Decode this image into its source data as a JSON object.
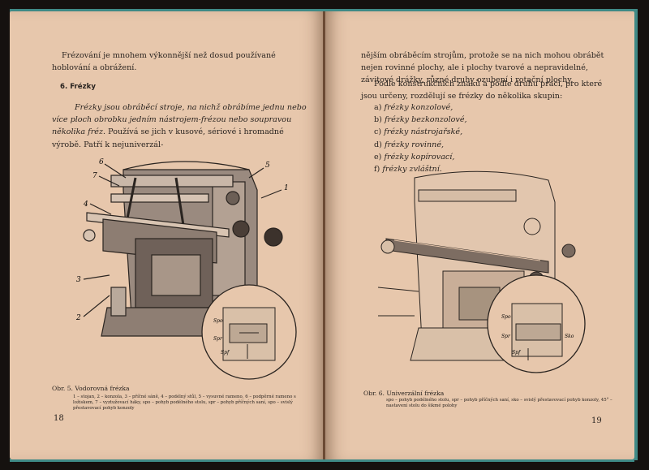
{
  "left_page": {
    "intro": "Frézování je mnohem výkonnější než dosud používané hoblování a obrážení.",
    "section_heading": "6. Frézky",
    "para_italic": "Frézky jsou obráběcí stroje, na nichž obrábíme jednu nebo více ploch obrobku jedním nástrojem-frézou nebo soupravou několika fréz.",
    "para_normal": "Používá se jich v kusové, sériové i hromadné výrobě. Patří k nejuniverzál-",
    "figure_callouts": [
      "6",
      "7",
      "5",
      "1",
      "4",
      "3",
      "2"
    ],
    "inset_labels": [
      "Spo",
      "Spr",
      "Spf"
    ],
    "caption_title": "Obr. 5. Vodorovná frézka",
    "caption_text": "1 – stojan, 2 – konzola, 3 – příčné sáně, 4 – podélný stůl, 5 – vysuvné rameno, 6 – podpěrné rameno s ložiskem, 7 – vyztužovací háky, spo – pohyb podélného stolu, spr – pohyb příčných saní, spo – svislý přestavovací pohyb konzoly",
    "page_number": "18"
  },
  "right_page": {
    "cont_text": "nějším obráběcím strojům, protože se na nich mohou obrábět nejen rovinné plochy, ale i plochy tvarové a nepravidelné, závitové drážky, různé druhy ozubení i rotační plochy.",
    "para2": "Podle konstrukčních znaků a podle druhu prací, pro které jsou určeny, rozdělují se frézky do několika skupin:",
    "list_items": [
      {
        "letter": "a)",
        "text": "frézky konzolové,"
      },
      {
        "letter": "b)",
        "text": "frézky bezkonzolové,"
      },
      {
        "letter": "c)",
        "text": "frézky nástrojařské,"
      },
      {
        "letter": "d)",
        "text": "frézky rovinné,"
      },
      {
        "letter": "e)",
        "text": "frézky kopírovací,"
      },
      {
        "letter": "f)",
        "text": "frézky zvláštní."
      }
    ],
    "inset_labels": [
      "Spo",
      "Spr",
      "Sko",
      "Spf"
    ],
    "caption_title": "Obr. 6. Univerzální frézka",
    "caption_text": "spo – pohyb podélného stolu, spr – pohyb příčných saní, sko – svislý přestavovací pohyb konzoly, 45° – nastavení stolu do šikmé polohy",
    "page_number": "19"
  },
  "colors": {
    "cover": "#3f8a86",
    "paper": "#e7c7ac",
    "ink": "#2a2420"
  }
}
